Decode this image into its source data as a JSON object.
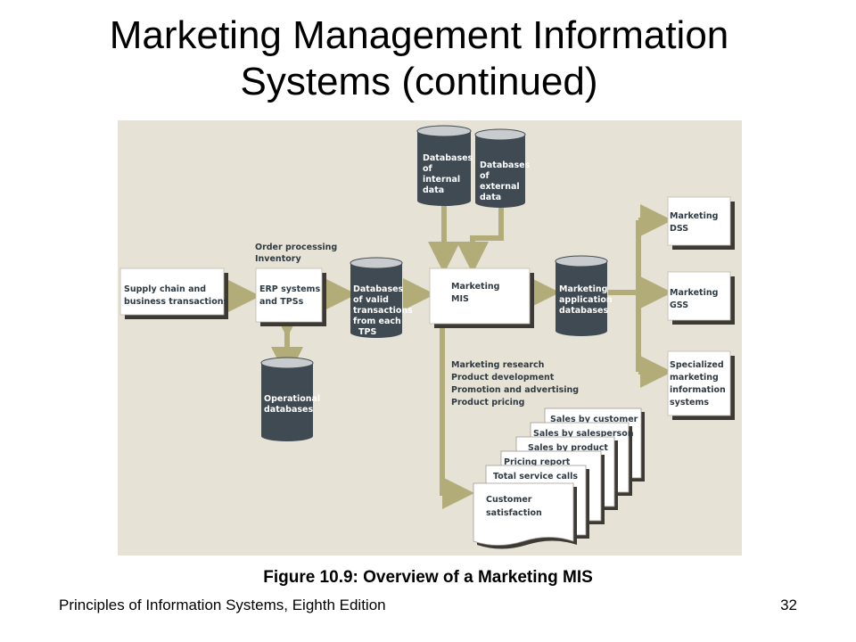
{
  "slide": {
    "title_line1": "Marketing Management Information",
    "title_line2": "Systems (continued)",
    "caption": "Figure 10.9: Overview of a Marketing MIS",
    "footer": "Principles of Information Systems, Eighth Edition",
    "page_number": "32"
  },
  "diagram": {
    "supply_chain": [
      "Supply chain and",
      "business transactions"
    ],
    "erp_label": [
      "Order processing",
      "Inventory"
    ],
    "erp": [
      "ERP systems",
      "and TPSs"
    ],
    "db_valid": [
      "Databases",
      "of valid",
      "transactions",
      "from each",
      "TPS"
    ],
    "db_operational": [
      "Operational",
      "databases"
    ],
    "db_internal": [
      "Databases",
      "of",
      "internal",
      "data"
    ],
    "db_external": [
      "Databases",
      "of",
      "external",
      "data"
    ],
    "mis": [
      "Marketing",
      "MIS"
    ],
    "db_application": [
      "Marketing",
      "application",
      "databases"
    ],
    "dss": [
      "Marketing",
      "DSS"
    ],
    "gss": [
      "Marketing",
      "GSS"
    ],
    "specialized": [
      "Specialized",
      "marketing",
      "information",
      "systems"
    ],
    "mis_outputs": [
      "Marketing research",
      "Product development",
      "Promotion and advertising",
      "Product pricing"
    ],
    "reports": [
      "Sales by customer",
      "Sales by salesperson",
      "Sales by product",
      "Pricing report",
      "Total service calls"
    ],
    "customer_satisfaction": [
      "Customer",
      "satisfaction"
    ]
  },
  "colors": {
    "background": "#e6e2d6",
    "arrow": "#b2ad78",
    "database": "#3f4a53",
    "shadow": "#3d3a35"
  }
}
